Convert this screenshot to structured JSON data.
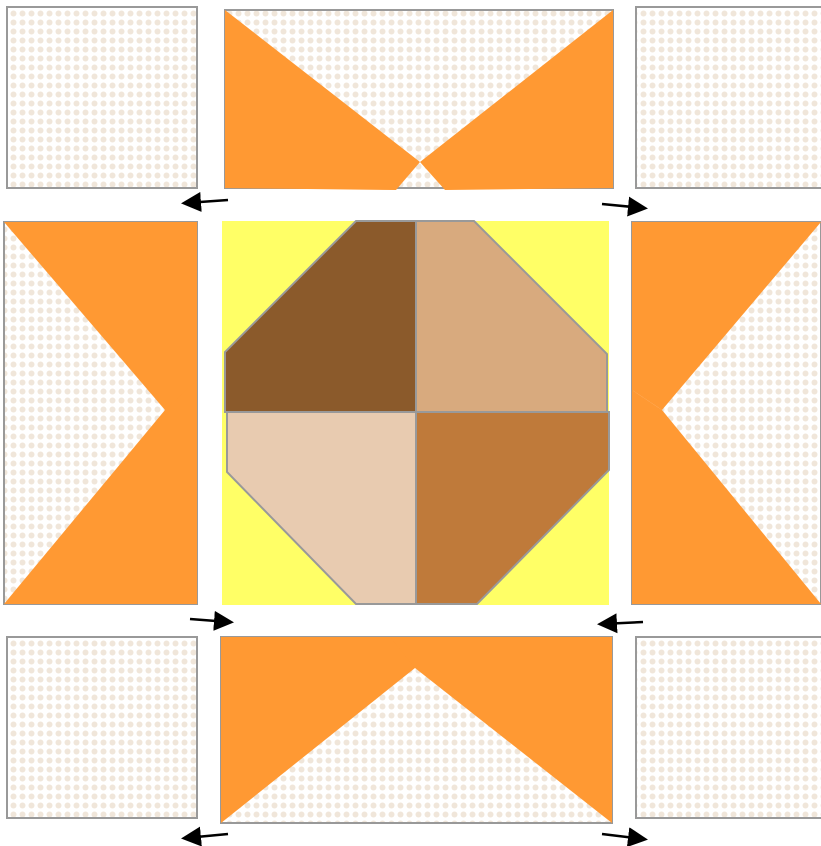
{
  "diagram": {
    "background_fabric": "white-dotted",
    "colors": {
      "star_point": "#FF9933",
      "center_corner": "#FFFF66",
      "dark_brown": "#8B5A2B",
      "tan": "#D8AA7E",
      "light_tan": "#E8CBB0",
      "medium_brown": "#BF7A3A",
      "seam": "#999999",
      "dot_fill": "#f0e6da",
      "arrow": "#000000"
    },
    "corner_squares": [
      {
        "name": "corner-square-top-left"
      },
      {
        "name": "corner-square-top-right"
      },
      {
        "name": "corner-square-bottom-left"
      },
      {
        "name": "corner-square-bottom-right"
      }
    ],
    "flying_geese": [
      {
        "name": "star-points-top"
      },
      {
        "name": "star-points-left"
      },
      {
        "name": "star-points-right"
      },
      {
        "name": "star-points-bottom"
      }
    ],
    "center_block": {
      "quadrants": [
        {
          "name": "center-quadrant-top-left",
          "color": "dark_brown"
        },
        {
          "name": "center-quadrant-top-right",
          "color": "tan"
        },
        {
          "name": "center-quadrant-bottom-left",
          "color": "light_tan"
        },
        {
          "name": "center-quadrant-bottom-right",
          "color": "medium_brown"
        }
      ]
    },
    "pressing_arrows": [
      {
        "name": "arrow-top-left",
        "direction": "left"
      },
      {
        "name": "arrow-top-right",
        "direction": "right"
      },
      {
        "name": "arrow-middle-left",
        "direction": "right"
      },
      {
        "name": "arrow-middle-right",
        "direction": "left"
      },
      {
        "name": "arrow-bottom-left",
        "direction": "left"
      },
      {
        "name": "arrow-bottom-right",
        "direction": "right"
      }
    ]
  }
}
